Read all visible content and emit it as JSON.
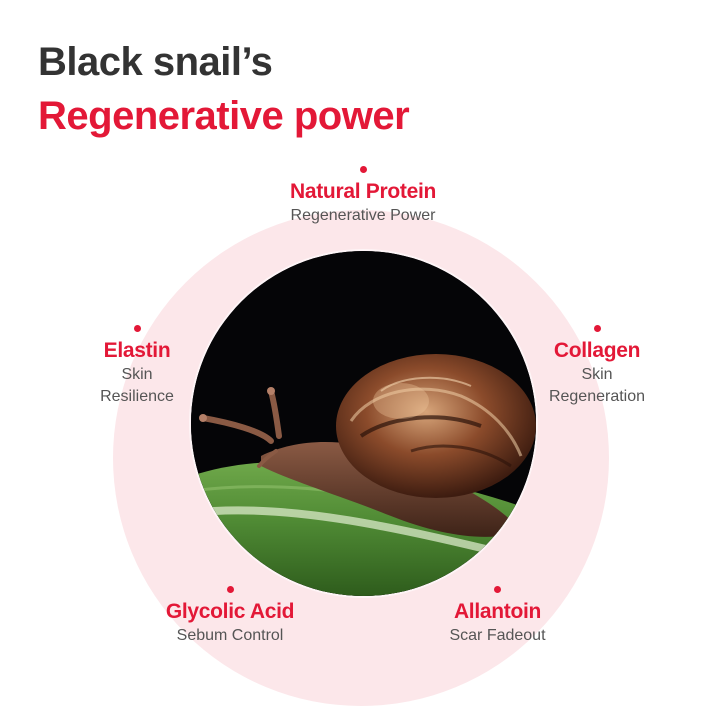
{
  "title": {
    "line1": "Black snail’s",
    "line2": "Regenerative power"
  },
  "colors": {
    "accent": "#e31837",
    "heading": "#333333",
    "ring": "#fce7ea",
    "body_text": "#555555"
  },
  "image": {
    "subject": "black-snail-on-leaf"
  },
  "ingredients": [
    {
      "name": "Natural Protein",
      "benefit_line1": "Regenerative Power",
      "benefit_line2": ""
    },
    {
      "name": "Elastin",
      "benefit_line1": "Skin",
      "benefit_line2": "Resilience"
    },
    {
      "name": "Collagen",
      "benefit_line1": "Skin",
      "benefit_line2": "Regeneration"
    },
    {
      "name": "Glycolic Acid",
      "benefit_line1": "Sebum Control",
      "benefit_line2": ""
    },
    {
      "name": "Allantoin",
      "benefit_line1": "Scar Fadeout",
      "benefit_line2": ""
    }
  ]
}
